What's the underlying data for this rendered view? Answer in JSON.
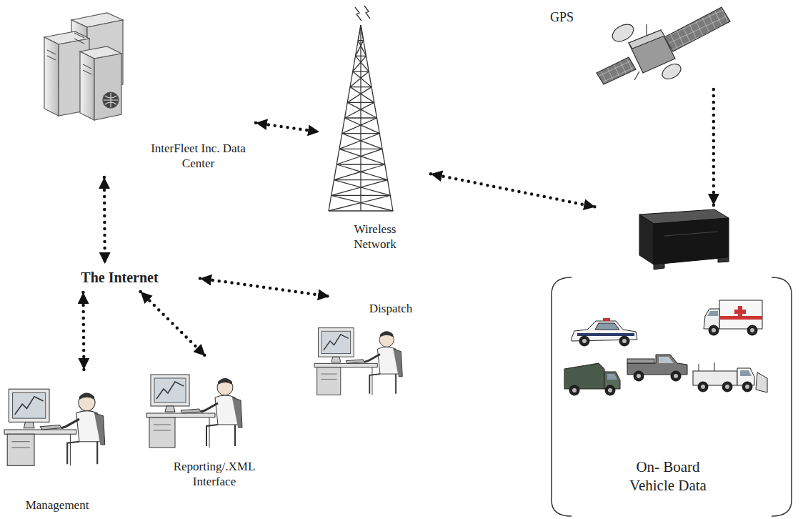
{
  "diagram": {
    "nodes": [
      {
        "text": [
          "InterFleet Inc. Data Center"
        ]
      },
      {
        "text": [
          "Wireless Network"
        ]
      },
      {
        "text": [
          "GPS"
        ]
      },
      {
        "text": [
          "The Internet"
        ]
      },
      {
        "text": [
          "Management"
        ]
      },
      {
        "text": [
          "Reporting/.XML Interface"
        ]
      },
      {
        "text": [
          "Dispatch"
        ]
      },
      {
        "text": [
          "On- Board Vehicle Data"
        ]
      }
    ],
    "edges": [
      {
        "from": 0,
        "to": 1,
        "arrow": "both"
      },
      {
        "from": 0,
        "to": 3,
        "arrow": "both"
      },
      {
        "from": 1,
        "to": 7,
        "arrow": "both"
      },
      {
        "from": 2,
        "to": 7,
        "arrow": "to"
      },
      {
        "from": 3,
        "to": 4,
        "arrow": "both"
      },
      {
        "from": 3,
        "to": 5,
        "arrow": "both"
      },
      {
        "from": 3,
        "to": 6,
        "arrow": "both"
      }
    ]
  }
}
